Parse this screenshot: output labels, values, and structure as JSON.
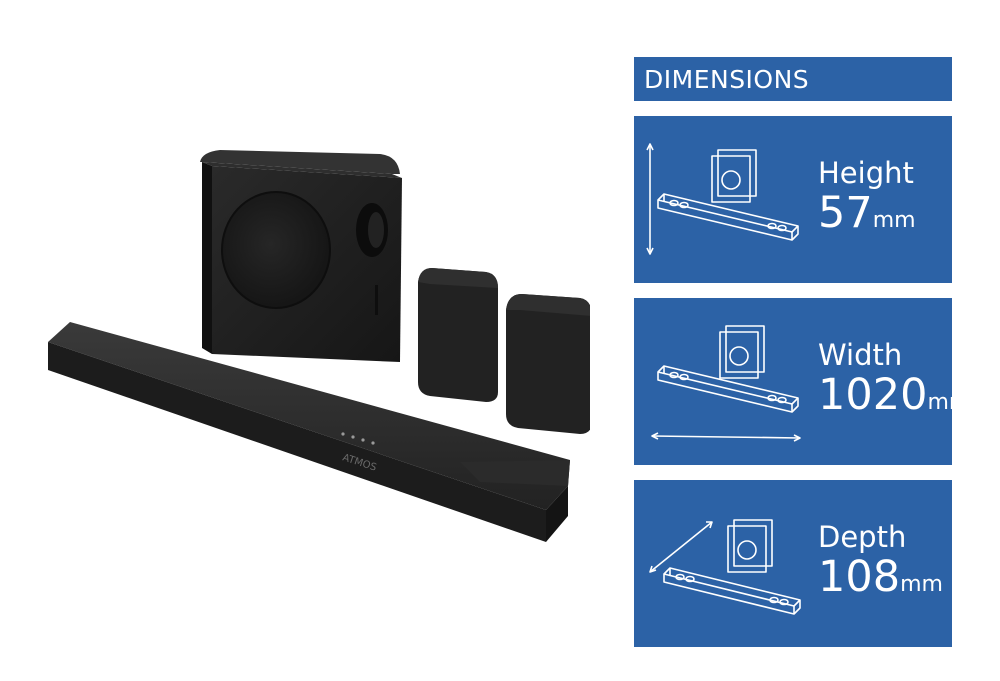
{
  "dimensions": {
    "header": "DIMENSIONS",
    "items": [
      {
        "label": "Height",
        "value": "57",
        "unit": "mm",
        "icon": "height-arrow-icon"
      },
      {
        "label": "Width",
        "value": "1020",
        "unit": "mm",
        "icon": "width-arrow-icon"
      },
      {
        "label": "Depth",
        "value": "108",
        "unit": "mm",
        "icon": "depth-arrow-icon"
      }
    ]
  },
  "product": {
    "bar_logo": "ATMOS"
  },
  "colors": {
    "panel_blue": "#2c62a6",
    "product_black": "#1c1c1c"
  }
}
